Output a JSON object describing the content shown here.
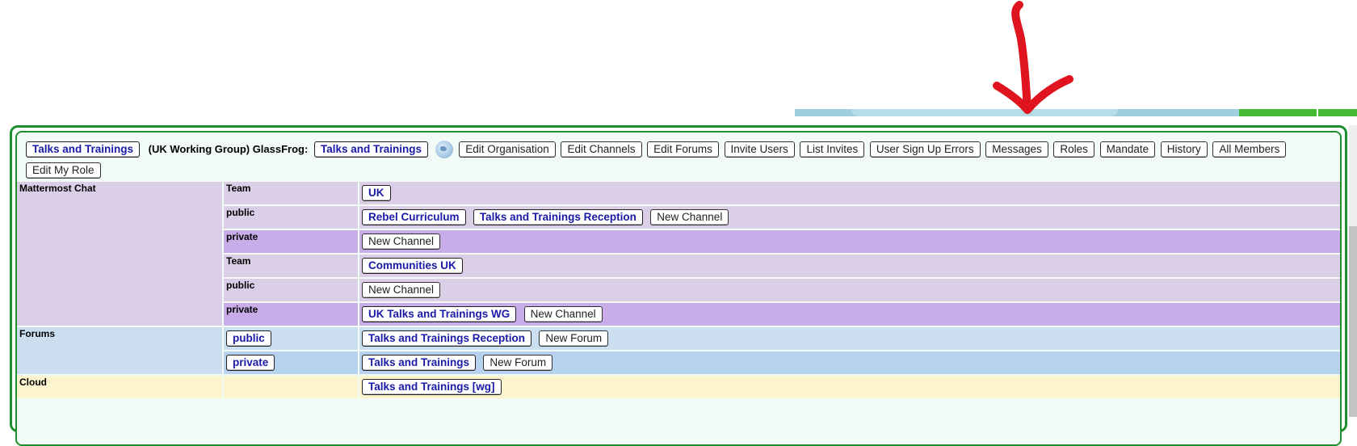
{
  "nav": {
    "org_button": "Talks and Trainings",
    "org_context": "(UK Working Group) GlassFrog:",
    "glassfrog_button": "Talks and Trainings",
    "globe_icon": "globe-icon",
    "actions": [
      "Edit Organisation",
      "Edit Channels",
      "Edit Forums",
      "Invite Users",
      "List Invites",
      "User Sign Up Errors",
      "Messages",
      "Roles",
      "Mandate",
      "History",
      "All Members"
    ],
    "edit_my_role": "Edit My Role"
  },
  "mattermost": {
    "section_label": "Mattermost Chat",
    "teams": [
      {
        "team_label": "Team",
        "team_name": "UK",
        "public_label": "public",
        "public_channels": [
          "Rebel Curriculum",
          "Talks and Trainings Reception"
        ],
        "public_new": "New Channel",
        "private_label": "private",
        "private_channels": [],
        "private_new": "New Channel"
      },
      {
        "team_label": "Team",
        "team_name": "Communities UK",
        "public_label": "public",
        "public_channels": [],
        "public_new": "New Channel",
        "private_label": "private",
        "private_channels": [
          "UK Talks and Trainings WG"
        ],
        "private_new": "New Channel"
      }
    ]
  },
  "forums": {
    "section_label": "Forums",
    "public_label": "public",
    "public_forums": [
      "Talks and Trainings Reception"
    ],
    "public_new": "New Forum",
    "private_label": "private",
    "private_forums": [
      "Talks and Trainings"
    ],
    "private_new": "New Forum"
  },
  "cloud": {
    "section_label": "Cloud",
    "folder": "Talks and Trainings [wg]"
  },
  "colors": {
    "frame_green": "#1e8f2e",
    "link_blue": "#1a1aa8",
    "annotation_red": "#e0141e"
  }
}
